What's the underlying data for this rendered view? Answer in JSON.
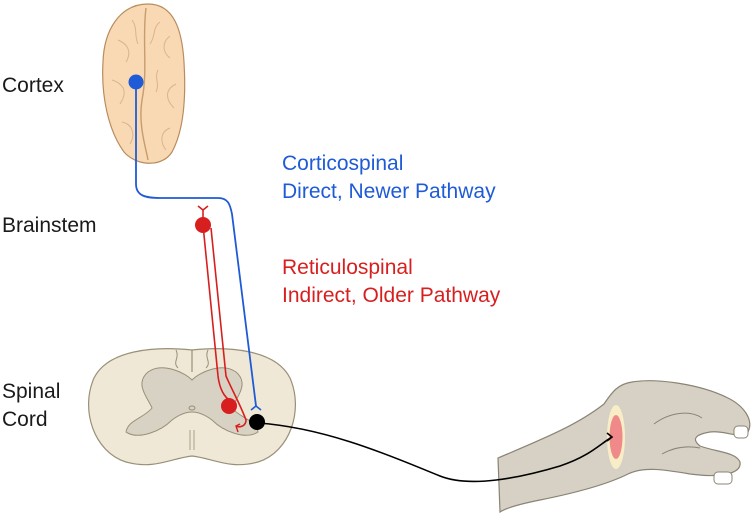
{
  "labels": {
    "cortex": "Cortex",
    "brainstem": "Brainstem",
    "spinal_line1": "Spinal",
    "spinal_line2": "Cord"
  },
  "pathways": {
    "corticospinal": {
      "name": "Corticospinal",
      "description": "Direct, Newer Pathway",
      "color": "#1f5bd6"
    },
    "reticulospinal": {
      "name": "Reticulospinal",
      "description": "Indirect, Older Pathway",
      "color": "#d81f1f"
    }
  },
  "colors": {
    "brain_fill": "#f9d9b4",
    "cord_fill": "#efe8d6",
    "grey_matter": "#d8d2c4",
    "hand_fill": "#d6d1c4",
    "muscle": "#f08a8a",
    "motor_neuron": "#000000"
  }
}
